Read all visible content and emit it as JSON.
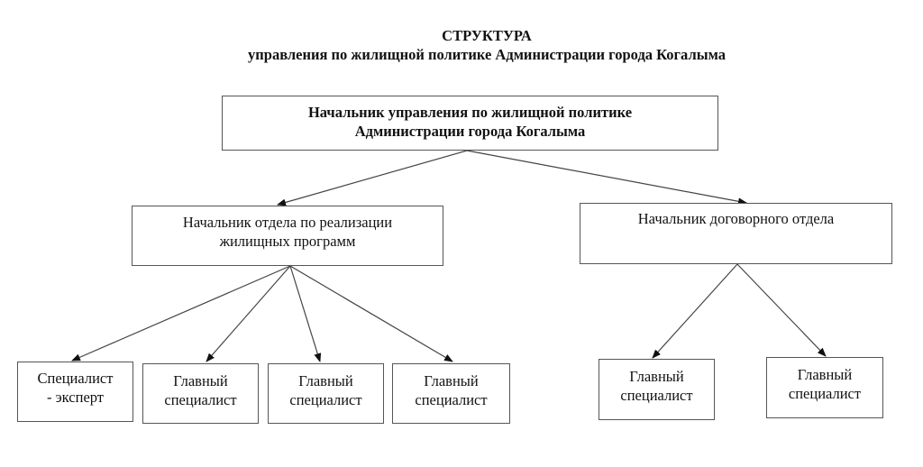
{
  "title": {
    "line1": "СТРУКТУРА",
    "line2": "управления по жилищной политике Администрации города Когалыма"
  },
  "nodes": {
    "head": {
      "line1": "Начальник управления по жилищной политике",
      "line2": "Администрации города Когалыма"
    },
    "housing_programs_head": {
      "line1": "Начальник отдела по реализации",
      "line2": "жилищных программ"
    },
    "contract_head": {
      "line1": "Начальник договорного отдела",
      "line2": ""
    },
    "expert": {
      "line1": "Специалист",
      "line2": "- эксперт"
    },
    "chief_spec_1": {
      "line1": "Главный",
      "line2": "специалист"
    },
    "chief_spec_2": {
      "line1": "Главный",
      "line2": "специалист"
    },
    "chief_spec_3": {
      "line1": "Главный",
      "line2": "специалист"
    },
    "chief_spec_4": {
      "line1": "Главный",
      "line2": "специалист"
    },
    "chief_spec_5": {
      "line1": "Главный",
      "line2": "специалист"
    }
  },
  "edges": [
    [
      "head",
      "housing_programs_head"
    ],
    [
      "head",
      "contract_head"
    ],
    [
      "housing_programs_head",
      "expert"
    ],
    [
      "housing_programs_head",
      "chief_spec_1"
    ],
    [
      "housing_programs_head",
      "chief_spec_2"
    ],
    [
      "housing_programs_head",
      "chief_spec_3"
    ],
    [
      "contract_head",
      "chief_spec_4"
    ],
    [
      "contract_head",
      "chief_spec_5"
    ]
  ]
}
